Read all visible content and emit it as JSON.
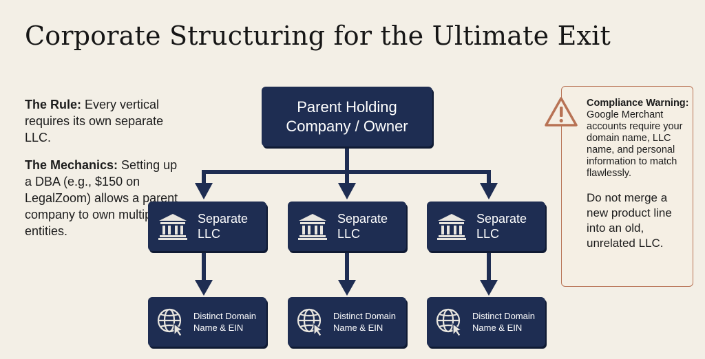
{
  "title": "Corporate Structuring for the Ultimate Exit",
  "left_notes": {
    "rule_label": "The Rule:",
    "rule_text": " Every vertical requires its own separate LLC.",
    "mechanics_label": "The Mechanics:",
    "mechanics_text": " Setting up a DBA (e.g., $150 on LegalZoom) allows a parent company to own multiple entities."
  },
  "parent": {
    "line1": "Parent Holding",
    "line2": "Company / Owner"
  },
  "llcs": [
    {
      "line1": "Separate",
      "line2": "LLC",
      "icon": "bank-building-icon"
    },
    {
      "line1": "Separate",
      "line2": "LLC",
      "icon": "bank-building-icon"
    },
    {
      "line1": "Separate",
      "line2": "LLC",
      "icon": "bank-building-icon"
    }
  ],
  "domains": [
    {
      "line1": "Distinct Domain",
      "line2": "Name & EIN",
      "icon": "globe-cursor-icon"
    },
    {
      "line1": "Distinct Domain",
      "line2": "Name & EIN",
      "icon": "globe-cursor-icon"
    },
    {
      "line1": "Distinct Domain",
      "line2": "Name & EIN",
      "icon": "globe-cursor-icon"
    }
  ],
  "warning": {
    "label": "Compliance Warning:",
    "text": " Google Merchant accounts require your domain name, LLC name, and personal information to match flawlessly.",
    "text2": "Do not merge a new product line into an old, unrelated LLC.",
    "icon": "warning-triangle-icon"
  },
  "colors": {
    "box": "#1e2d52",
    "arrow": "#1e2d52",
    "warning_accent": "#b87355",
    "background": "#f3efe6"
  }
}
